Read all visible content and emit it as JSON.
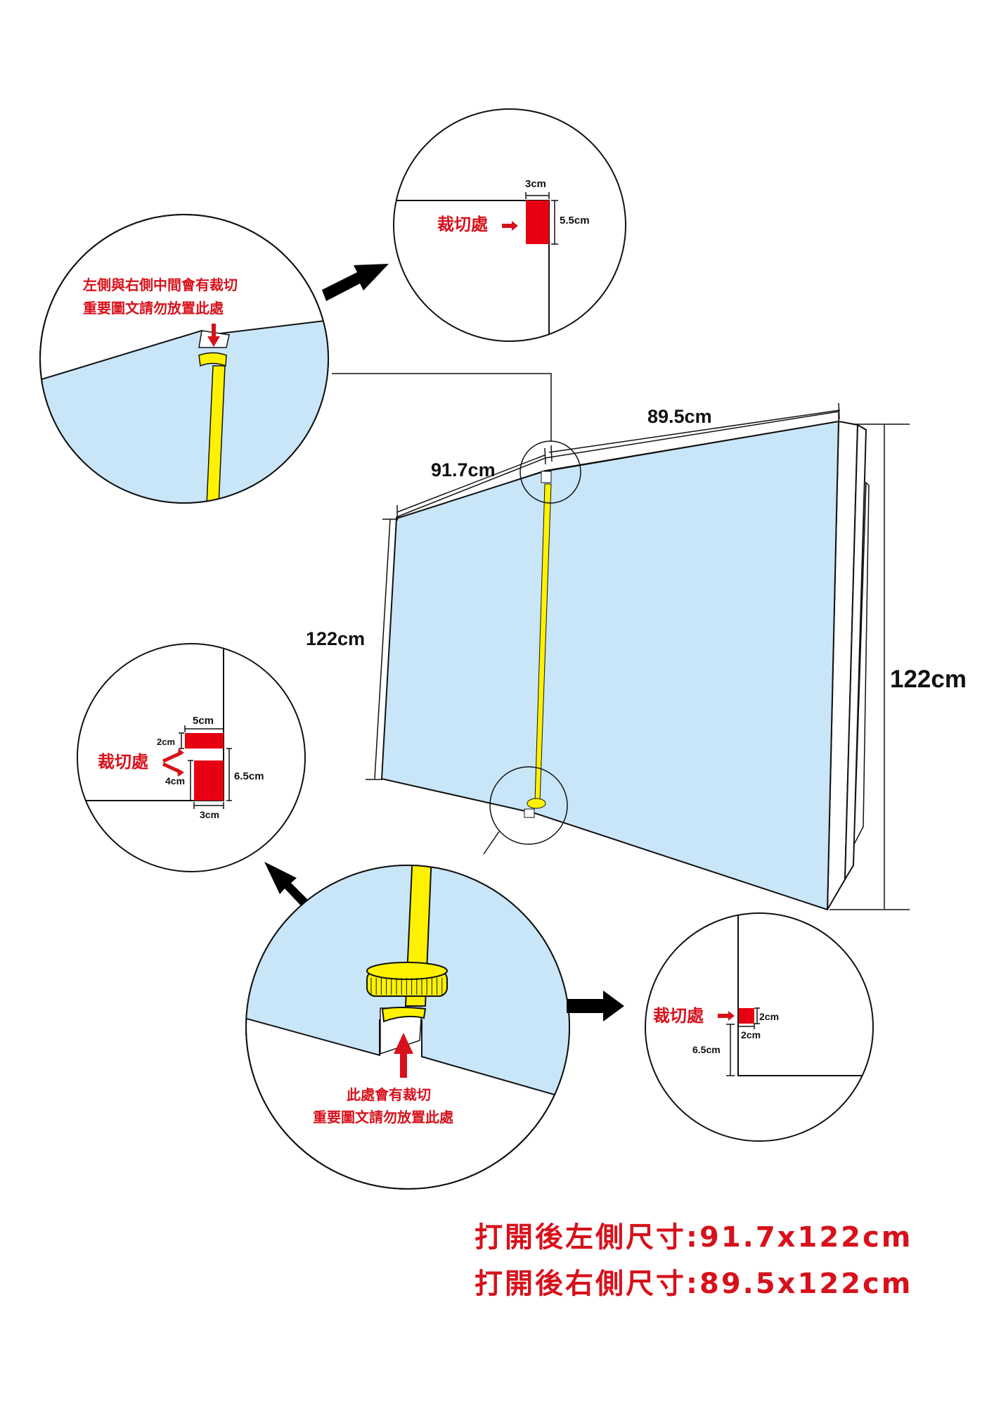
{
  "colors": {
    "board_fill": "#c9e6f8",
    "rod_yellow": "#fff200",
    "cut_red": "#e60012",
    "text_red": "#d7111b",
    "line": "#111111"
  },
  "main_board": {
    "left_width": "91.7cm",
    "right_width": "89.5cm",
    "left_height": "122cm",
    "right_height": "122cm"
  },
  "detail_top_center": {
    "title": "左側與右側中間會有裁切",
    "subtitle": "重要圖文請勿放置此處"
  },
  "detail_top_right": {
    "label": "裁切處",
    "width": "3cm",
    "height": "5.5cm"
  },
  "detail_bottom_left": {
    "label": "裁切處",
    "top_width": "5cm",
    "top_height": "2cm",
    "bottom_height": "4cm",
    "total_height": "6.5cm",
    "bottom_width": "3cm"
  },
  "detail_bottom_center": {
    "title": "此處會有裁切",
    "subtitle": "重要圖文請勿放置此處"
  },
  "detail_bottom_right": {
    "label": "裁切處",
    "height": "2cm",
    "width": "2cm",
    "offset": "6.5cm"
  },
  "captions": {
    "left_size": "打開後左側尺寸:91.7x122cm",
    "right_size": "打開後右側尺寸:89.5x122cm"
  }
}
